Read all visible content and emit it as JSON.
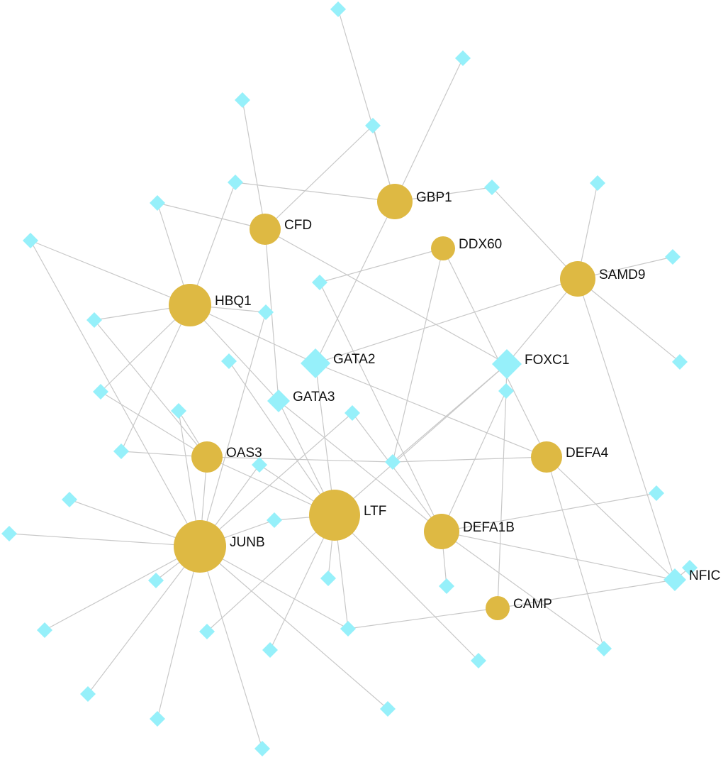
{
  "colors": {
    "gene": "#deb943",
    "regulator": "#96f0fa",
    "edge": "#c8c8c8",
    "label": "#111111"
  },
  "genes": [
    {
      "id": "GBP1",
      "label": "GBP1",
      "size": "medium"
    },
    {
      "id": "CFD",
      "label": "CFD",
      "size": "small"
    },
    {
      "id": "DDX60",
      "label": "DDX60",
      "size": "xsmall"
    },
    {
      "id": "SAMD9",
      "label": "SAMD9",
      "size": "medium"
    },
    {
      "id": "HBQ1",
      "label": "HBQ1",
      "size": "large"
    },
    {
      "id": "OAS3",
      "label": "OAS3",
      "size": "small"
    },
    {
      "id": "DEFA4",
      "label": "DEFA4",
      "size": "small"
    },
    {
      "id": "LTF",
      "label": "LTF",
      "size": "xlarge"
    },
    {
      "id": "DEFA1B",
      "label": "DEFA1B",
      "size": "medium"
    },
    {
      "id": "JUNB",
      "label": "JUNB",
      "size": "xxlarge"
    },
    {
      "id": "CAMP",
      "label": "CAMP",
      "size": "xsmall"
    }
  ],
  "regulators": [
    {
      "id": "GATA2",
      "label": "GATA2",
      "size": "large"
    },
    {
      "id": "GATA3",
      "label": "GATA3",
      "size": "medium"
    },
    {
      "id": "FOXC1",
      "label": "FOXC1",
      "size": "large"
    },
    {
      "id": "NFIC",
      "label": "NFIC",
      "size": "medium"
    },
    {
      "id": "d1",
      "label": "",
      "size": "small"
    },
    {
      "id": "d2",
      "label": "",
      "size": "small"
    },
    {
      "id": "d3",
      "label": "",
      "size": "small"
    },
    {
      "id": "d4",
      "label": "",
      "size": "small"
    },
    {
      "id": "d5",
      "label": "",
      "size": "small"
    },
    {
      "id": "d6",
      "label": "",
      "size": "small"
    },
    {
      "id": "d7",
      "label": "",
      "size": "small"
    },
    {
      "id": "d8",
      "label": "",
      "size": "small"
    },
    {
      "id": "d9",
      "label": "",
      "size": "small"
    },
    {
      "id": "d10",
      "label": "",
      "size": "small"
    },
    {
      "id": "d11",
      "label": "",
      "size": "small"
    },
    {
      "id": "d12",
      "label": "",
      "size": "small"
    },
    {
      "id": "d13",
      "label": "",
      "size": "small"
    },
    {
      "id": "d14",
      "label": "",
      "size": "small"
    },
    {
      "id": "d15",
      "label": "",
      "size": "small"
    },
    {
      "id": "d16",
      "label": "",
      "size": "small"
    },
    {
      "id": "d17",
      "label": "",
      "size": "small"
    },
    {
      "id": "d18",
      "label": "",
      "size": "small"
    },
    {
      "id": "d19",
      "label": "",
      "size": "small"
    },
    {
      "id": "d20",
      "label": "",
      "size": "small"
    },
    {
      "id": "d21",
      "label": "",
      "size": "small"
    },
    {
      "id": "d22",
      "label": "",
      "size": "small"
    },
    {
      "id": "d23",
      "label": "",
      "size": "small"
    },
    {
      "id": "d24",
      "label": "",
      "size": "small"
    },
    {
      "id": "d25",
      "label": "",
      "size": "small"
    },
    {
      "id": "d26",
      "label": "",
      "size": "small"
    },
    {
      "id": "d27",
      "label": "",
      "size": "small"
    },
    {
      "id": "d28",
      "label": "",
      "size": "small"
    },
    {
      "id": "d29",
      "label": "",
      "size": "small"
    },
    {
      "id": "d30",
      "label": "",
      "size": "small"
    },
    {
      "id": "d31",
      "label": "",
      "size": "small"
    },
    {
      "id": "d32",
      "label": "",
      "size": "small"
    },
    {
      "id": "d33",
      "label": "",
      "size": "small"
    },
    {
      "id": "d34",
      "label": "",
      "size": "small"
    },
    {
      "id": "d35",
      "label": "",
      "size": "small"
    },
    {
      "id": "d36",
      "label": "",
      "size": "small"
    },
    {
      "id": "d37",
      "label": "",
      "size": "small"
    },
    {
      "id": "d38",
      "label": "",
      "size": "small"
    },
    {
      "id": "d39",
      "label": "",
      "size": "small"
    },
    {
      "id": "d40",
      "label": "",
      "size": "small"
    }
  ],
  "edges": [
    [
      "GBP1",
      "d1"
    ],
    [
      "GBP1",
      "d2"
    ],
    [
      "GBP1",
      "d3"
    ],
    [
      "GBP1",
      "d5"
    ],
    [
      "GBP1",
      "d6"
    ],
    [
      "GBP1",
      "GATA2"
    ],
    [
      "CFD",
      "d3"
    ],
    [
      "CFD",
      "d4"
    ],
    [
      "CFD",
      "d7"
    ],
    [
      "CFD",
      "FOXC1"
    ],
    [
      "CFD",
      "GATA3"
    ],
    [
      "HBQ1",
      "d5"
    ],
    [
      "HBQ1",
      "d7"
    ],
    [
      "HBQ1",
      "d8"
    ],
    [
      "HBQ1",
      "d10"
    ],
    [
      "HBQ1",
      "d11"
    ],
    [
      "HBQ1",
      "d14"
    ],
    [
      "HBQ1",
      "d16"
    ],
    [
      "HBQ1",
      "GATA2"
    ],
    [
      "HBQ1",
      "GATA3"
    ],
    [
      "DDX60",
      "d9"
    ],
    [
      "DDX60",
      "DEFA4"
    ],
    [
      "DDX60",
      "d21"
    ],
    [
      "SAMD9",
      "d12"
    ],
    [
      "SAMD9",
      "d13"
    ],
    [
      "SAMD9",
      "d17"
    ],
    [
      "SAMD9",
      "d6"
    ],
    [
      "SAMD9",
      "GATA2"
    ],
    [
      "SAMD9",
      "NFIC"
    ],
    [
      "SAMD9",
      "FOXC1"
    ],
    [
      "GATA2",
      "DEFA4"
    ],
    [
      "GATA2",
      "LTF"
    ],
    [
      "GATA3",
      "LTF"
    ],
    [
      "GATA3",
      "DEFA1B"
    ],
    [
      "FOXC1",
      "d21"
    ],
    [
      "FOXC1",
      "LTF"
    ],
    [
      "FOXC1",
      "d19"
    ],
    [
      "d19",
      "DEFA1B"
    ],
    [
      "d19",
      "CAMP"
    ],
    [
      "d9",
      "DEFA1B"
    ],
    [
      "OAS3",
      "d8"
    ],
    [
      "OAS3",
      "d11"
    ],
    [
      "OAS3",
      "d15"
    ],
    [
      "OAS3",
      "d16"
    ],
    [
      "OAS3",
      "d21"
    ],
    [
      "OAS3",
      "LTF"
    ],
    [
      "OAS3",
      "JUNB"
    ],
    [
      "d21",
      "DEFA4"
    ],
    [
      "DEFA4",
      "NFIC"
    ],
    [
      "DEFA4",
      "d29"
    ],
    [
      "d10",
      "JUNB"
    ],
    [
      "d20",
      "JUNB"
    ],
    [
      "LTF",
      "d18"
    ],
    [
      "LTF",
      "d22"
    ],
    [
      "LTF",
      "d26"
    ],
    [
      "LTF",
      "d27"
    ],
    [
      "LTF",
      "d28"
    ],
    [
      "LTF",
      "d31"
    ],
    [
      "LTF",
      "d32"
    ],
    [
      "LTF",
      "d33"
    ],
    [
      "JUNB",
      "d15"
    ],
    [
      "JUNB",
      "d22"
    ],
    [
      "JUNB",
      "d23"
    ],
    [
      "JUNB",
      "d24"
    ],
    [
      "JUNB",
      "d25"
    ],
    [
      "JUNB",
      "d26"
    ],
    [
      "JUNB",
      "d28"
    ],
    [
      "JUNB",
      "d30"
    ],
    [
      "JUNB",
      "d34"
    ],
    [
      "JUNB",
      "d35"
    ],
    [
      "JUNB",
      "d36"
    ],
    [
      "JUNB",
      "d37"
    ],
    [
      "JUNB",
      "d14"
    ],
    [
      "DEFA1B",
      "d38"
    ],
    [
      "DEFA1B",
      "d39"
    ],
    [
      "DEFA1B",
      "NFIC"
    ],
    [
      "DEFA1B",
      "d29"
    ],
    [
      "DEFA1B",
      "d20"
    ],
    [
      "CAMP",
      "NFIC"
    ],
    [
      "CAMP",
      "d28"
    ],
    [
      "NFIC",
      "d40"
    ]
  ]
}
